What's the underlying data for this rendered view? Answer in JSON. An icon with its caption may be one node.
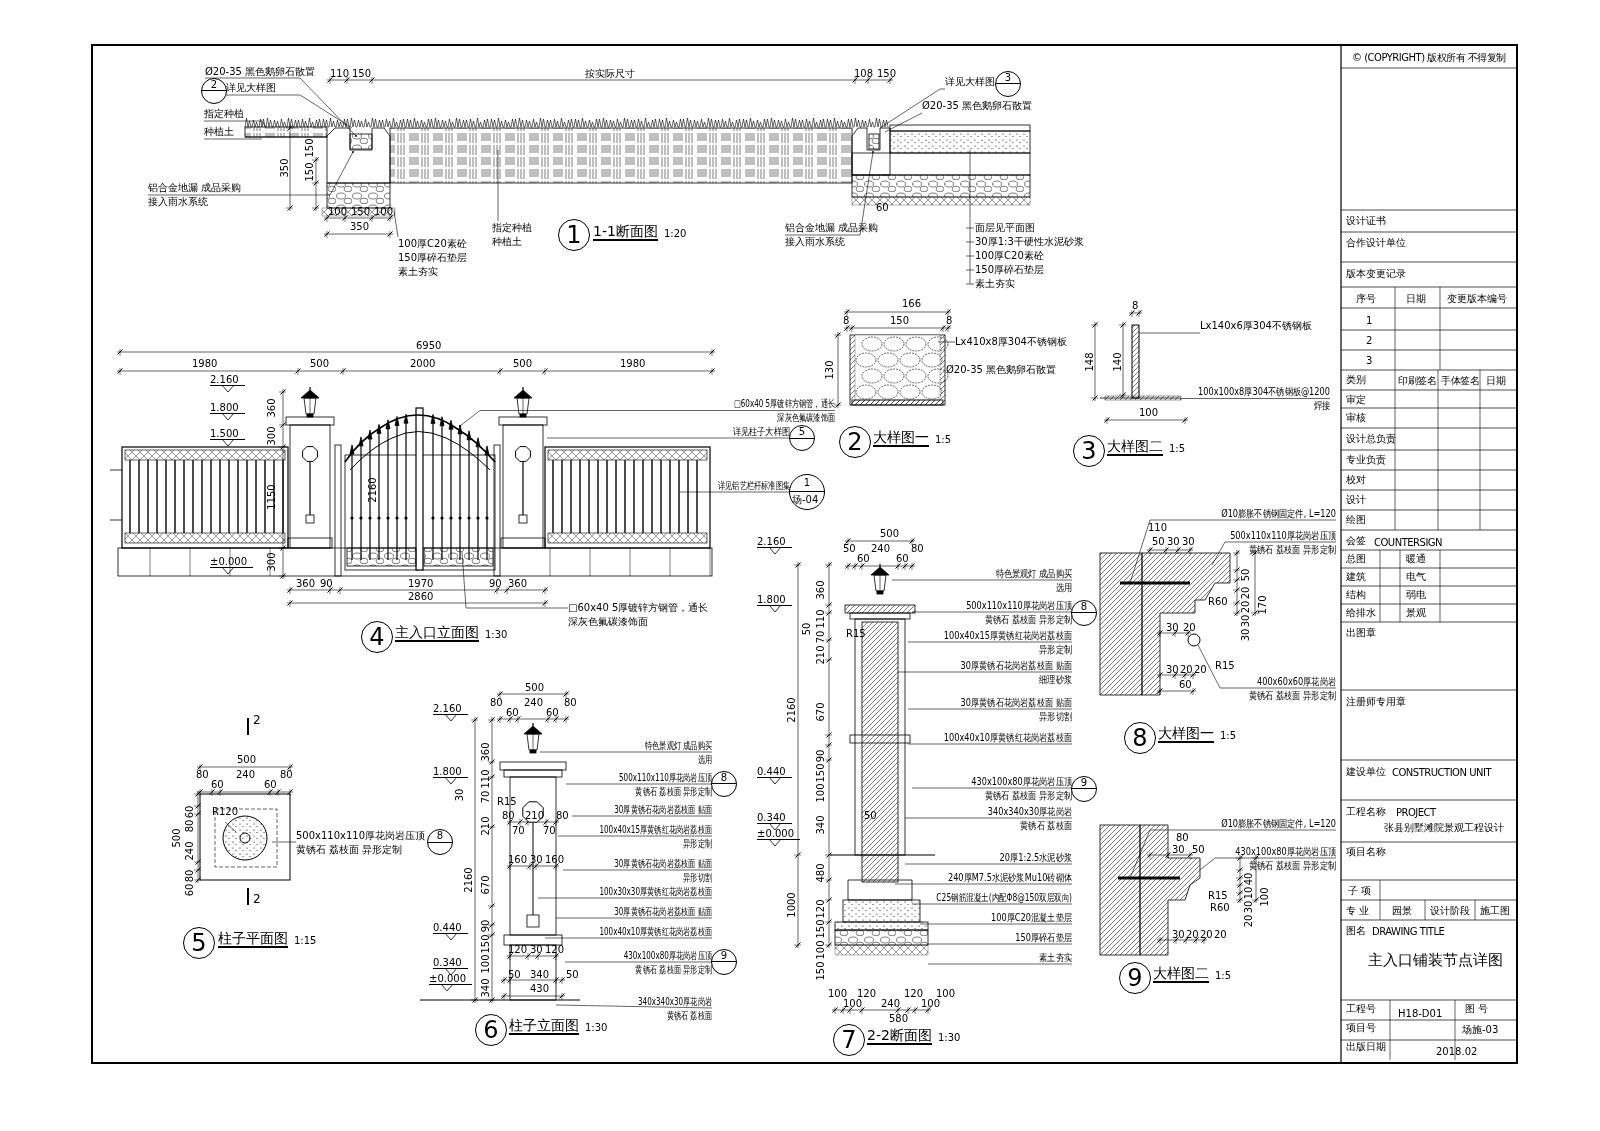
{
  "diagram": {
    "nodes": [
      {
        "text": [
          "Ø20-35 黑色鹅卵石散置"
        ]
      },
      {
        "text": [
          "详见大样图"
        ]
      },
      {
        "text": [
          "指定种植"
        ]
      },
      {
        "text": [
          "种植土"
        ]
      },
      {
        "text": [
          "铝合金地漏 成品采购",
          "接入雨水系统"
        ]
      },
      {
        "text": [
          "指定种植",
          "种植土"
        ]
      },
      {
        "text": [
          "100厚C20素砼",
          "150厚碎石垫层",
          "素土夯实"
        ]
      },
      {
        "text": [
          "铝合金地漏 成品采购",
          "接入雨水系统"
        ]
      },
      {
        "text": [
          "详见大样图"
        ]
      },
      {
        "text": [
          "Ø20-35 黑色鹅卵石散置"
        ]
      },
      {
        "text": [
          "面层见平面图",
          "30厚1:3干硬性水泥砂浆",
          "100厚C20素砼",
          "150厚碎石垫层",
          "素土夯实"
        ]
      },
      {
        "text": [
          "□60x40 5厚镀锌方钢管，通长",
          "深灰色氟碳漆饰面"
        ]
      },
      {
        "text": [
          "详见柱子大样图"
        ]
      },
      {
        "text": [
          "详见铝艺栏杆标准图集"
        ]
      },
      {
        "text": [
          "□60x40 5厚镀锌方钢管，通长",
          "深灰色氟碳漆饰面"
        ]
      },
      {
        "text": [
          "Lx410x8厚304不锈钢板"
        ]
      },
      {
        "text": [
          "Lx140x6厚304不锈钢板"
        ]
      },
      {
        "text": [
          "100x100x8厚304不锈钢板@1200",
          "焊接"
        ]
      },
      {
        "text": [
          "500x110x110厚花岗岩压顶",
          "黄锈石 荔枝面 异形定制"
        ]
      },
      {
        "text": [
          "特色景观灯 成品购买",
          "选用"
        ]
      },
      {
        "text": [
          "500x110x110厚花岗岩压顶",
          "黄锈石 荔枝面 异形定制"
        ]
      },
      {
        "text": [
          "30厚黄锈石花岗岩荔枝面 贴面"
        ]
      },
      {
        "text": [
          "100x40x15厚黄锈红花岗岩荔枝面",
          "异形定制"
        ]
      },
      {
        "text": [
          "30厚黄锈石花岗岩荔枝面 贴面",
          "异形切割"
        ]
      },
      {
        "text": [
          "100x30x30厚黄锈红花岗岩荔枝面"
        ]
      },
      {
        "text": [
          "30厚黄锈石花岗岩荔枝面 贴面"
        ]
      },
      {
        "text": [
          "100x40x10厚黄锈红花岗岩荔枝面"
        ]
      },
      {
        "text": [
          "430x100x80厚花岗岩压顶",
          "黄锈石 荔枝面 异形定制"
        ]
      },
      {
        "text": [
          "340x340x30厚花岗岩",
          "黄锈石 荔枝面"
        ]
      },
      {
        "text": [
          "特色景观灯 成品购买",
          "选用"
        ]
      },
      {
        "text": [
          "500x110x110厚花岗岩压顶",
          "黄锈石 荔枝面 异形定制"
        ]
      },
      {
        "text": [
          "100x40x15厚黄锈红花岗岩荔枝面",
          "异形定制"
        ]
      },
      {
        "text": [
          "30厚黄锈石花岗岩荔枝面 贴面",
          "细理砂浆"
        ]
      },
      {
        "text": [
          "30厚黄锈石花岗岩荔枝面 贴面",
          "异形切割"
        ]
      },
      {
        "text": [
          "100x40x10厚黄锈红花岗岩荔枝面"
        ]
      },
      {
        "text": [
          "430x100x80厚花岗岩压顶",
          "黄锈石 荔枝面 异形定制"
        ]
      },
      {
        "text": [
          "340x340x30厚花岗岩",
          "黄锈石 荔枝面"
        ]
      },
      {
        "text": [
          "20厚1:2.5水泥砂浆"
        ]
      },
      {
        "text": [
          "240厚M7.5水泥砂浆Mu10砖砌体"
        ]
      },
      {
        "text": [
          "C25钢筋混凝土(内配Φ8@150双层双向)"
        ]
      },
      {
        "text": [
          "100厚C20混凝土垫层"
        ]
      },
      {
        "text": [
          "150厚碎石垫层"
        ]
      },
      {
        "text": [
          "素土夯实"
        ]
      },
      {
        "text": [
          "Ø10膨胀不锈钢固定件, L=120"
        ]
      },
      {
        "text": [
          "500x110x110厚花岗岩压顶",
          "黄锈石 荔枝面 异形定制"
        ]
      },
      {
        "text": [
          "400x60x60厚花岗岩",
          "黄锈石 荔枝面 异形定制"
        ]
      },
      {
        "text": [
          "Ø10膨胀不锈钢固定件, L=120"
        ]
      },
      {
        "text": [
          "430x100x80厚花岗岩压顶",
          "黄锈石 荔枝面 异形定制"
        ]
      },
      {
        "text": [],
        "shape": "picture"
      },
      {
        "text": [],
        "shape": "picture"
      },
      {
        "text": [],
        "shape": "picture"
      },
      {
        "text": [],
        "shape": "picture"
      },
      {
        "text": [],
        "shape": "picture"
      },
      {
        "text": [],
        "shape": "picture"
      },
      {
        "text": [],
        "shape": "picture"
      },
      {
        "text": [],
        "shape": "picture"
      },
      {
        "text": [],
        "shape": "picture"
      }
    ],
    "edges": [
      {
        "from": 0,
        "to": 48,
        "arrow": "other"
      },
      {
        "from": 1,
        "to": 48,
        "arrow": "none"
      },
      {
        "from": 2,
        "to": 48,
        "arrow": "none"
      },
      {
        "from": 3,
        "to": 48,
        "arrow": "none"
      },
      {
        "from": 4,
        "to": 48,
        "arrow": "other"
      },
      {
        "from": 5,
        "to": 48,
        "arrow": "none"
      },
      {
        "from": 6,
        "to": 48,
        "arrow": "none"
      },
      {
        "from": 7,
        "to": 48,
        "arrow": "other"
      },
      {
        "from": 8,
        "to": 48,
        "arrow": "none"
      },
      {
        "from": 9,
        "to": 48,
        "arrow": "none"
      },
      {
        "from": 10,
        "to": 48,
        "arrow": "none"
      },
      {
        "from": 11,
        "to": 49,
        "arrow": "other"
      },
      {
        "from": 12,
        "to": 49,
        "arrow": "none"
      },
      {
        "from": 13,
        "to": 49,
        "arrow": "none"
      },
      {
        "from": 14,
        "to": 49,
        "arrow": "none"
      },
      {
        "from": 15,
        "to": 50,
        "arrow": "none"
      },
      {
        "from": 16,
        "to": 51,
        "arrow": "none"
      },
      {
        "from": 17,
        "to": 51,
        "arrow": "none"
      },
      {
        "from": 18,
        "to": 52,
        "arrow": "none"
      },
      {
        "from": 19,
        "to": 53,
        "arrow": "none"
      },
      {
        "from": 20,
        "to": 53,
        "arrow": "none"
      },
      {
        "from": 21,
        "to": 53,
        "arrow": "none"
      },
      {
        "from": 22,
        "to": 53,
        "arrow": "none"
      },
      {
        "from": 23,
        "to": 53,
        "arrow": "none"
      },
      {
        "from": 24,
        "to": 53,
        "arrow": "none"
      },
      {
        "from": 25,
        "to": 53,
        "arrow": "none"
      },
      {
        "from": 26,
        "to": 53,
        "arrow": "none"
      },
      {
        "from": 27,
        "to": 53,
        "arrow": "none"
      },
      {
        "from": 28,
        "to": 53,
        "arrow": "none"
      },
      {
        "from": 29,
        "to": 54,
        "arrow": "none"
      },
      {
        "from": 30,
        "to": 54,
        "arrow": "none"
      },
      {
        "from": 31,
        "to": 54,
        "arrow": "none"
      },
      {
        "from": 32,
        "to": 54,
        "arrow": "none"
      },
      {
        "from": 33,
        "to": 54,
        "arrow": "none"
      },
      {
        "from": 34,
        "to": 54,
        "arrow": "none"
      },
      {
        "from": 35,
        "to": 54,
        "arrow": "none"
      },
      {
        "from": 36,
        "to": 54,
        "arrow": "none"
      },
      {
        "from": 37,
        "to": 54,
        "arrow": "none"
      },
      {
        "from": 38,
        "to": 54,
        "arrow": "none"
      },
      {
        "from": 39,
        "to": 54,
        "arrow": "none"
      },
      {
        "from": 40,
        "to": 54,
        "arrow": "none"
      },
      {
        "from": 41,
        "to": 54,
        "arrow": "none"
      },
      {
        "from": 42,
        "to": 54,
        "arrow": "none"
      },
      {
        "from": 43,
        "to": 55,
        "arrow": "none"
      },
      {
        "from": 44,
        "to": 55,
        "arrow": "none"
      },
      {
        "from": 45,
        "to": 55,
        "arrow": "none"
      },
      {
        "from": 46,
        "to": 56,
        "arrow": "none"
      },
      {
        "from": 47,
        "to": 56,
        "arrow": "none"
      }
    ],
    "labels": [
      "2",
      "110",
      "150",
      "按实际尺寸",
      "108",
      "150",
      "3",
      "350",
      "150",
      "150",
      "100",
      "150",
      "100",
      "350",
      "60",
      "1",
      "1-1断面图",
      "1:20",
      "6950",
      "1980",
      "500",
      "2000",
      "500",
      "1980",
      "2.160",
      "1.800",
      "1.500",
      "±0.000",
      "360",
      "300",
      "1150",
      "300",
      "2160",
      "5",
      "1",
      "场-04",
      "360",
      "90",
      "1970",
      "90",
      "360",
      "2860",
      "4",
      "主入口立面图",
      "1:30",
      "166",
      "8",
      "150",
      "8",
      "130",
      "Ø20-35 黑色鹅卵石散置",
      "2",
      "大样图一",
      "1:5",
      "8",
      "148",
      "140",
      "100",
      "3",
      "大样图二",
      "1:5",
      "2",
      "2",
      "500",
      "80",
      "60",
      "240",
      "60",
      "80",
      "500",
      "60",
      "80",
      "240",
      "80",
      "60",
      "R120",
      "8",
      "5",
      "柱子平面图",
      "1:15",
      "2.160",
      "1.800",
      "0.440",
      "0.340",
      "±0.000",
      "500",
      "80",
      "60",
      "240",
      "60",
      "80",
      "360",
      "110",
      "30",
      "70",
      "210",
      "2160",
      "670",
      "90",
      "150",
      "100",
      "340",
      "R15",
      "80",
      "70",
      "210",
      "70",
      "80",
      "160",
      "30",
      "160",
      "120",
      "30",
      "120",
      "50",
      "340",
      "50",
      "430",
      "8",
      "9",
      "6",
      "柱子立面图",
      "1:30",
      "2.160",
      "1.800",
      "0.440",
      "0.340",
      "±0.000",
      "500",
      "50",
      "60",
      "240",
      "60",
      "80",
      "360",
      "110",
      "50",
      "70",
      "210",
      "2160",
      "670",
      "90",
      "150",
      "100",
      "340",
      "480",
      "1000",
      "120",
      "150",
      "100",
      "150",
      "R15",
      "50",
      "100",
      "100",
      "120",
      "240",
      "120",
      "100",
      "100",
      "580",
      "8",
      "9",
      "7",
      "2-2断面图",
      "1:30",
      "110",
      "50",
      "30",
      "30",
      "50",
      "20",
      "20",
      "30",
      "30",
      "170",
      "R60",
      "30",
      "20",
      "R15",
      "30",
      "20",
      "20",
      "60",
      "8",
      "大样图一",
      "1:5",
      "80",
      "30",
      "50",
      "R15",
      "R60",
      "40",
      "10",
      "30",
      "20",
      "100",
      "30",
      "20",
      "20",
      "20",
      "9",
      "大样图二",
      "1:5",
      "© (COPYRIGHT) 版权所有 不得复制",
      "设计证书",
      "合作设计单位",
      "版本变更记录",
      "序号",
      "日期",
      "变更版本编号",
      "1",
      "2",
      "3",
      "类别",
      "印刷签名",
      "手体签名",
      "日期",
      "审定",
      "审核",
      "设计总负责",
      "专业负责",
      "校对",
      "设计",
      "绘图",
      "会签",
      "COUNTERSIGN",
      "总图",
      "暖通",
      "建筑",
      "电气",
      "结构",
      "弱电",
      "给排水",
      "景观",
      "出图章",
      "注册师专用章",
      "建设单位",
      "CONSTRUCTION UNIT",
      "工程名称",
      "PROJECT",
      "张县别墅滩院景观工程设计",
      "项目名称",
      "子 项",
      "专 业",
      "园景",
      "设计阶段",
      "施工图",
      "图名",
      "DRAWING TITLE",
      "主入口铺装节点详图",
      "工程号",
      "H18-D01",
      "图 号",
      "项目号",
      "场施-03",
      "出版日期",
      "2018.02"
    ]
  }
}
